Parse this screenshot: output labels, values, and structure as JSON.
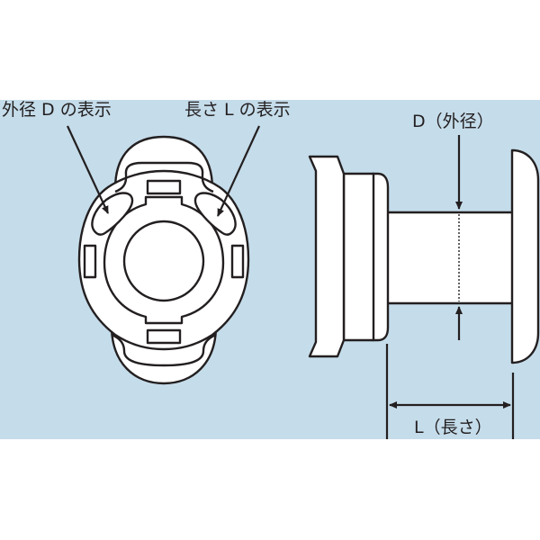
{
  "figure": {
    "background_color": "#c5dcea",
    "line_color": "#231f20",
    "fill_color": "#ffffff"
  },
  "front_view": {
    "label_diameter_mark": "外径 D の表示",
    "label_length_mark": "長さ L の表示"
  },
  "side_view": {
    "label_diameter": "D（外径）",
    "label_length": "L（長さ）"
  }
}
